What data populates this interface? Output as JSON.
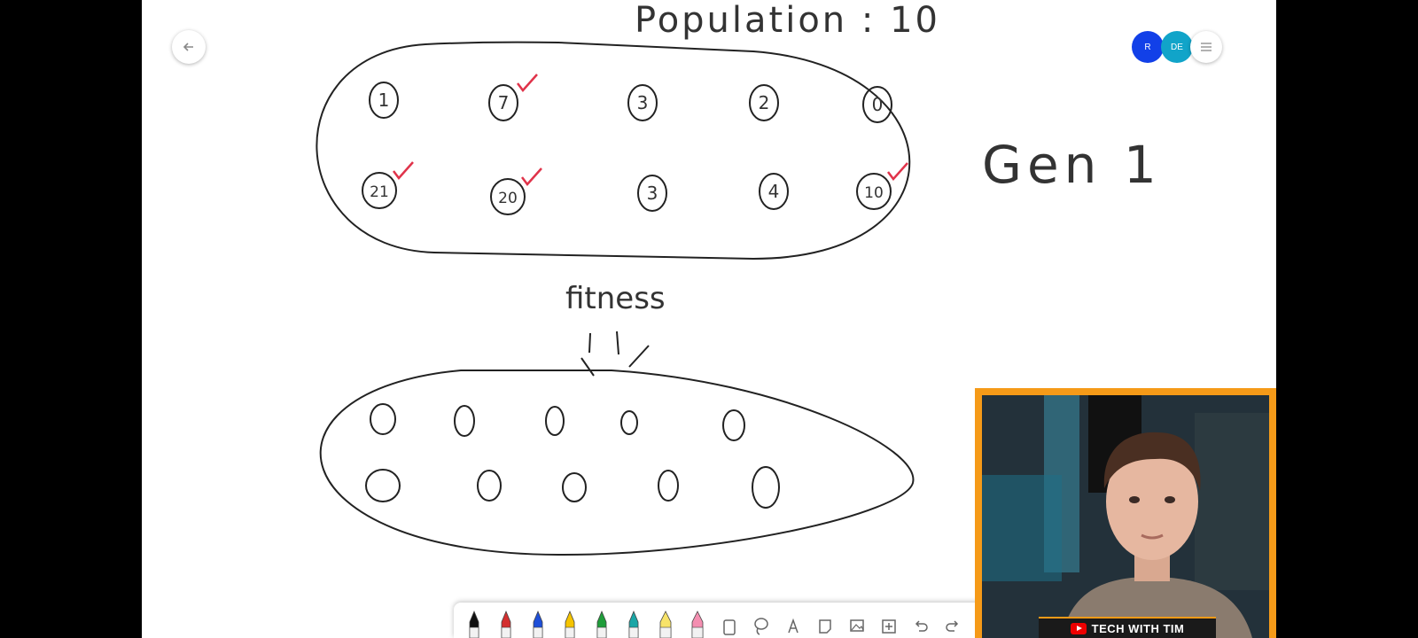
{
  "board": {
    "title": "Population : 10",
    "gen_label": "Gen 1",
    "fitness_label": "fitness",
    "population": [
      {
        "value": "1",
        "checked": false
      },
      {
        "value": "7",
        "checked": true
      },
      {
        "value": "3",
        "checked": false
      },
      {
        "value": "2",
        "checked": false
      },
      {
        "value": "0",
        "checked": false
      },
      {
        "value": "21",
        "checked": true
      },
      {
        "value": "20",
        "checked": true
      },
      {
        "value": "3",
        "checked": false
      },
      {
        "value": "4",
        "checked": false
      },
      {
        "value": "10",
        "checked": true
      }
    ],
    "next_gen": [
      "0",
      "0",
      "0",
      "0",
      "0",
      "0",
      "0",
      "0",
      "0",
      "0"
    ]
  },
  "header": {
    "avatar1_initials": "R",
    "avatar1_color": "#1240e8",
    "avatar2_initials": "DE",
    "avatar2_color": "#11a4c9"
  },
  "toolbar": {
    "tools": [
      {
        "name": "pen-black",
        "color": "#111111"
      },
      {
        "name": "pen-red",
        "color": "#d32f2f"
      },
      {
        "name": "pen-blue",
        "color": "#1e4fd8"
      },
      {
        "name": "pen-yellow",
        "color": "#f5c400"
      },
      {
        "name": "pen-green",
        "color": "#1f9d3a"
      },
      {
        "name": "pen-teal",
        "color": "#1aa6a6"
      },
      {
        "name": "highlighter-yellow",
        "color": "#f7e36a"
      },
      {
        "name": "highlighter-pink",
        "color": "#f48fb1"
      },
      {
        "name": "eraser-icon",
        "color": "#666666"
      },
      {
        "name": "lasso-icon",
        "color": "#666666"
      },
      {
        "name": "text-icon",
        "color": "#666666"
      },
      {
        "name": "sticky-note-icon",
        "color": "#666666"
      },
      {
        "name": "image-icon",
        "color": "#666666"
      },
      {
        "name": "add-icon",
        "color": "#666666"
      },
      {
        "name": "undo-icon",
        "color": "#666666"
      },
      {
        "name": "redo-icon",
        "color": "#666666"
      }
    ]
  },
  "webcam": {
    "channel_name": "TECH WITH TIM",
    "frame_color": "#f59a18"
  }
}
